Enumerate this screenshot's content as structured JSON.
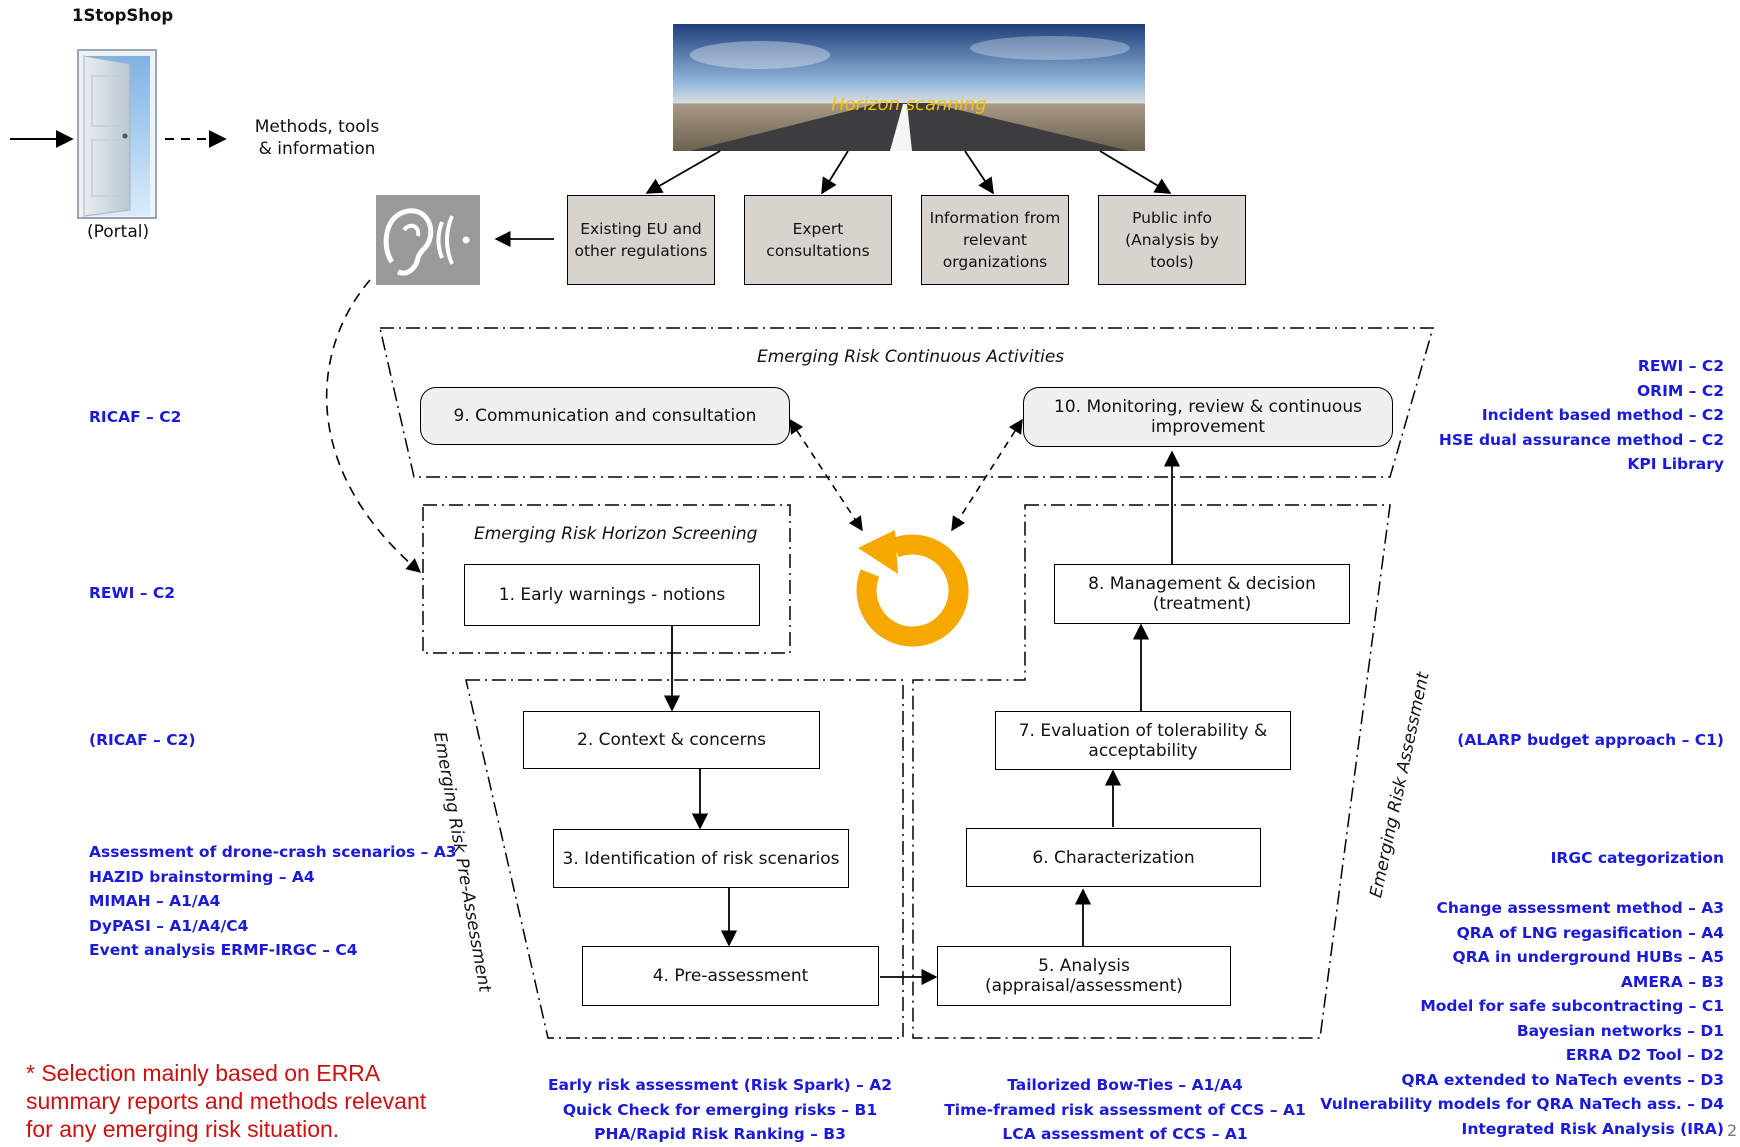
{
  "header": {
    "title": "1StopShop",
    "portal": "(Portal)",
    "methods": "Methods, tools\n& information"
  },
  "horizon": {
    "label": "Horizon scanning"
  },
  "sources": [
    "Existing EU and other regulations",
    "Expert consultations",
    "Information from relevant organizations",
    "Public info (Analysis by tools)"
  ],
  "regions": {
    "continuous": "Emerging Risk Continuous Activities",
    "screening": "Emerging Risk Horizon Screening",
    "pre": "Emerging Risk Pre-Assessment",
    "assessment": "Emerging Risk Assessment"
  },
  "steps": {
    "s1": "1. Early warnings - notions",
    "s2": "2. Context & concerns",
    "s3": "3. Identification of risk scenarios",
    "s4": "4. Pre-assessment",
    "s5": "5. Analysis\n(appraisal/assessment)",
    "s6": "6. Characterization",
    "s7": "7. Evaluation of tolerability &\nacceptability",
    "s8": "8. Management & decision\n(treatment)",
    "s9": "9. Communication and consultation",
    "s10": "10. Monitoring, review & continuous\nimprovement"
  },
  "left_methods": {
    "ricaf": "RICAF – C2",
    "rewi": "REWI – C2",
    "ricaf2": "(RICAF – C2)",
    "list": [
      "Assessment of drone-crash scenarios – A3",
      "HAZID brainstorming – A4",
      "MIMAH – A1/A4",
      "DyPASI – A1/A4/C4",
      "Event analysis ERMF-IRGC – C4"
    ]
  },
  "right_methods": {
    "top": [
      "REWI – C2",
      "ORIM – C2",
      "Incident based method – C2",
      "HSE dual assurance method – C2",
      "KPI Library"
    ],
    "alarp": "(ALARP budget approach – C1)",
    "irgc": "IRGC categorization",
    "list": [
      "Change assessment method – A3",
      "QRA of LNG regasification – A4",
      "QRA in underground HUBs – A5",
      "AMERA – B3",
      "Model for safe subcontracting – C1",
      "Bayesian networks – D1",
      "ERRA D2 Tool – D2",
      "QRA extended to NaTech events – D3",
      "Vulnerability models for QRA NaTech ass. – D4",
      "Integrated Risk Analysis (IRA)"
    ]
  },
  "bottom_methods": {
    "left": [
      "Early risk assessment (Risk Spark) – A2",
      "Quick Check for emerging risks – B1",
      "PHA/Rapid Risk Ranking – B3"
    ],
    "right": [
      "Tailorized Bow-Ties – A1/A4",
      "Time-framed risk assessment of CCS – A1",
      "LCA assessment of CCS – A1"
    ]
  },
  "footnote": "* Selection mainly based on ERRA\nsummary reports and methods relevant\nfor any emerging risk situation.",
  "page_number": "2",
  "colors": {
    "method_blue": "#1a1adb",
    "note_red": "#cc1111",
    "source_fill": "#d8d3cc",
    "horizon_text": "#f2c200",
    "cycle_orange": "#f5a800"
  }
}
